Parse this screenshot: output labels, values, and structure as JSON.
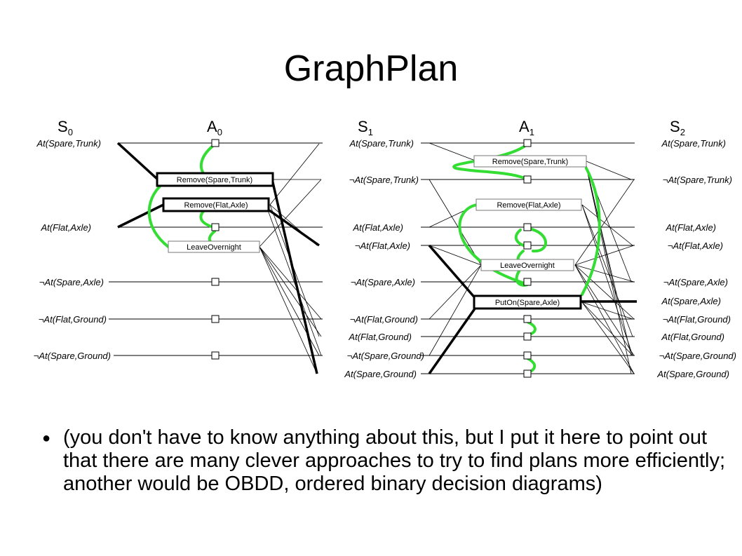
{
  "title": "GraphPlan",
  "levels": [
    {
      "name": "S",
      "sub": "0"
    },
    {
      "name": "A",
      "sub": "0"
    },
    {
      "name": "S",
      "sub": "1"
    },
    {
      "name": "A",
      "sub": "1"
    },
    {
      "name": "S",
      "sub": "2"
    }
  ],
  "negation_sign": "¬",
  "s0": [
    "At(Spare,Trunk)",
    "At(Flat,Axle)",
    "At(Spare,Axle)",
    "At(Flat,Ground)",
    "At(Spare,Ground)"
  ],
  "s1": [
    "At(Spare,Trunk)",
    "At(Spare,Trunk)",
    "At(Flat,Axle)",
    "At(Flat,Axle)",
    "At(Spare,Axle)",
    "At(Flat,Ground)",
    "At(Flat,Ground)",
    "At(Spare,Ground)",
    "At(Spare,Ground)"
  ],
  "s2": [
    "At(Spare,Trunk)",
    "At(Spare,Trunk)",
    "At(Flat,Axle)",
    "At(Flat,Axle)",
    "At(Spare,Axle)",
    "At(Spare,Axle)",
    "At(Flat,Ground)",
    "At(Flat,Ground)",
    "At(Spare,Ground)",
    "At(Spare,Ground)"
  ],
  "a0_actions": [
    "Remove(Spare,Trunk)",
    "Remove(Flat,Axle)",
    "LeaveOvernight"
  ],
  "a1_actions": [
    "Remove(Spare,Trunk)",
    "Remove(Flat,Axle)",
    "LeaveOvernight",
    "PutOn(Spare,Axle)"
  ],
  "bullet": "(you don't have to know anything about this, but I put it here to point out that there are many clever approaches to try to find plans more efficiently; another would be OBDD, ordered binary decision diagrams)",
  "colors": {
    "mutex": "#33dd33",
    "line": "#000000",
    "action_border": "#777777"
  }
}
